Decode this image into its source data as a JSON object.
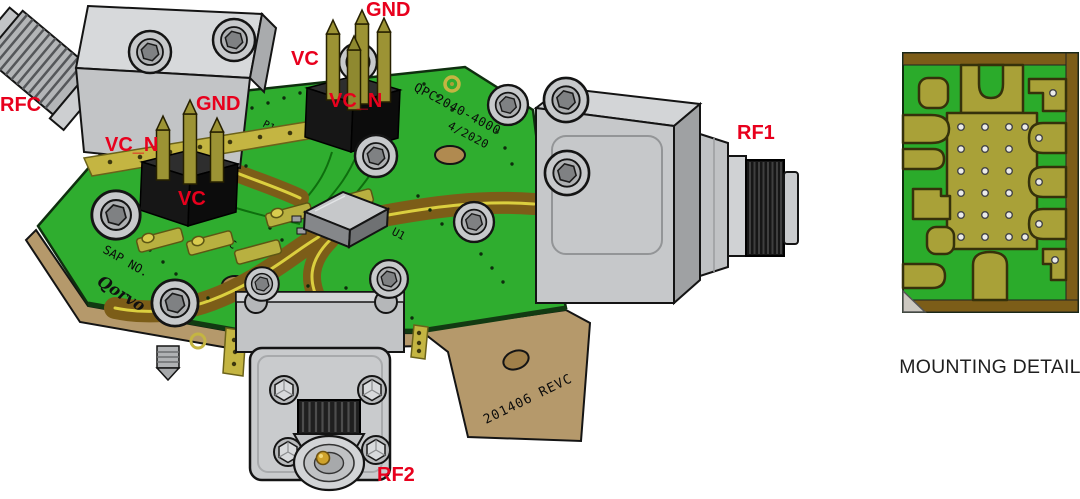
{
  "figure": {
    "description": "Isometric CAD render of RF evaluation board with mounting detail inset",
    "connector_labels": {
      "rfc": "RFC",
      "rf1": "RF1",
      "rf2": "RF2"
    },
    "header_top": {
      "gnd": "GND",
      "vc": "VC",
      "vc_n": "VC_N"
    },
    "header_left": {
      "gnd": "GND",
      "vc": "VC",
      "vc_n": "VC_N"
    },
    "silkscreen": {
      "part_number": "QPC2040-4000",
      "date_code": "4/2020",
      "ref_u1": "U1",
      "ref_p1": "P1",
      "ref_j1": "J1",
      "vc": "VC",
      "sap_no": "SAP NO.",
      "brand": "Qorvo"
    },
    "carrier_marking": "201406 REVC",
    "mounting_detail_caption": "MOUNTING DETAIL",
    "colors": {
      "label_red": "#e8001d",
      "pcb_green": "#2fad2f",
      "pad_olive": "#a9a138",
      "gold_strip": "#c4b542",
      "trace_brown": "#7c5d18",
      "carrier_tan": "#b5996b",
      "metal_gray": "#c6c8ca",
      "header_black": "#1b1b1b"
    }
  }
}
